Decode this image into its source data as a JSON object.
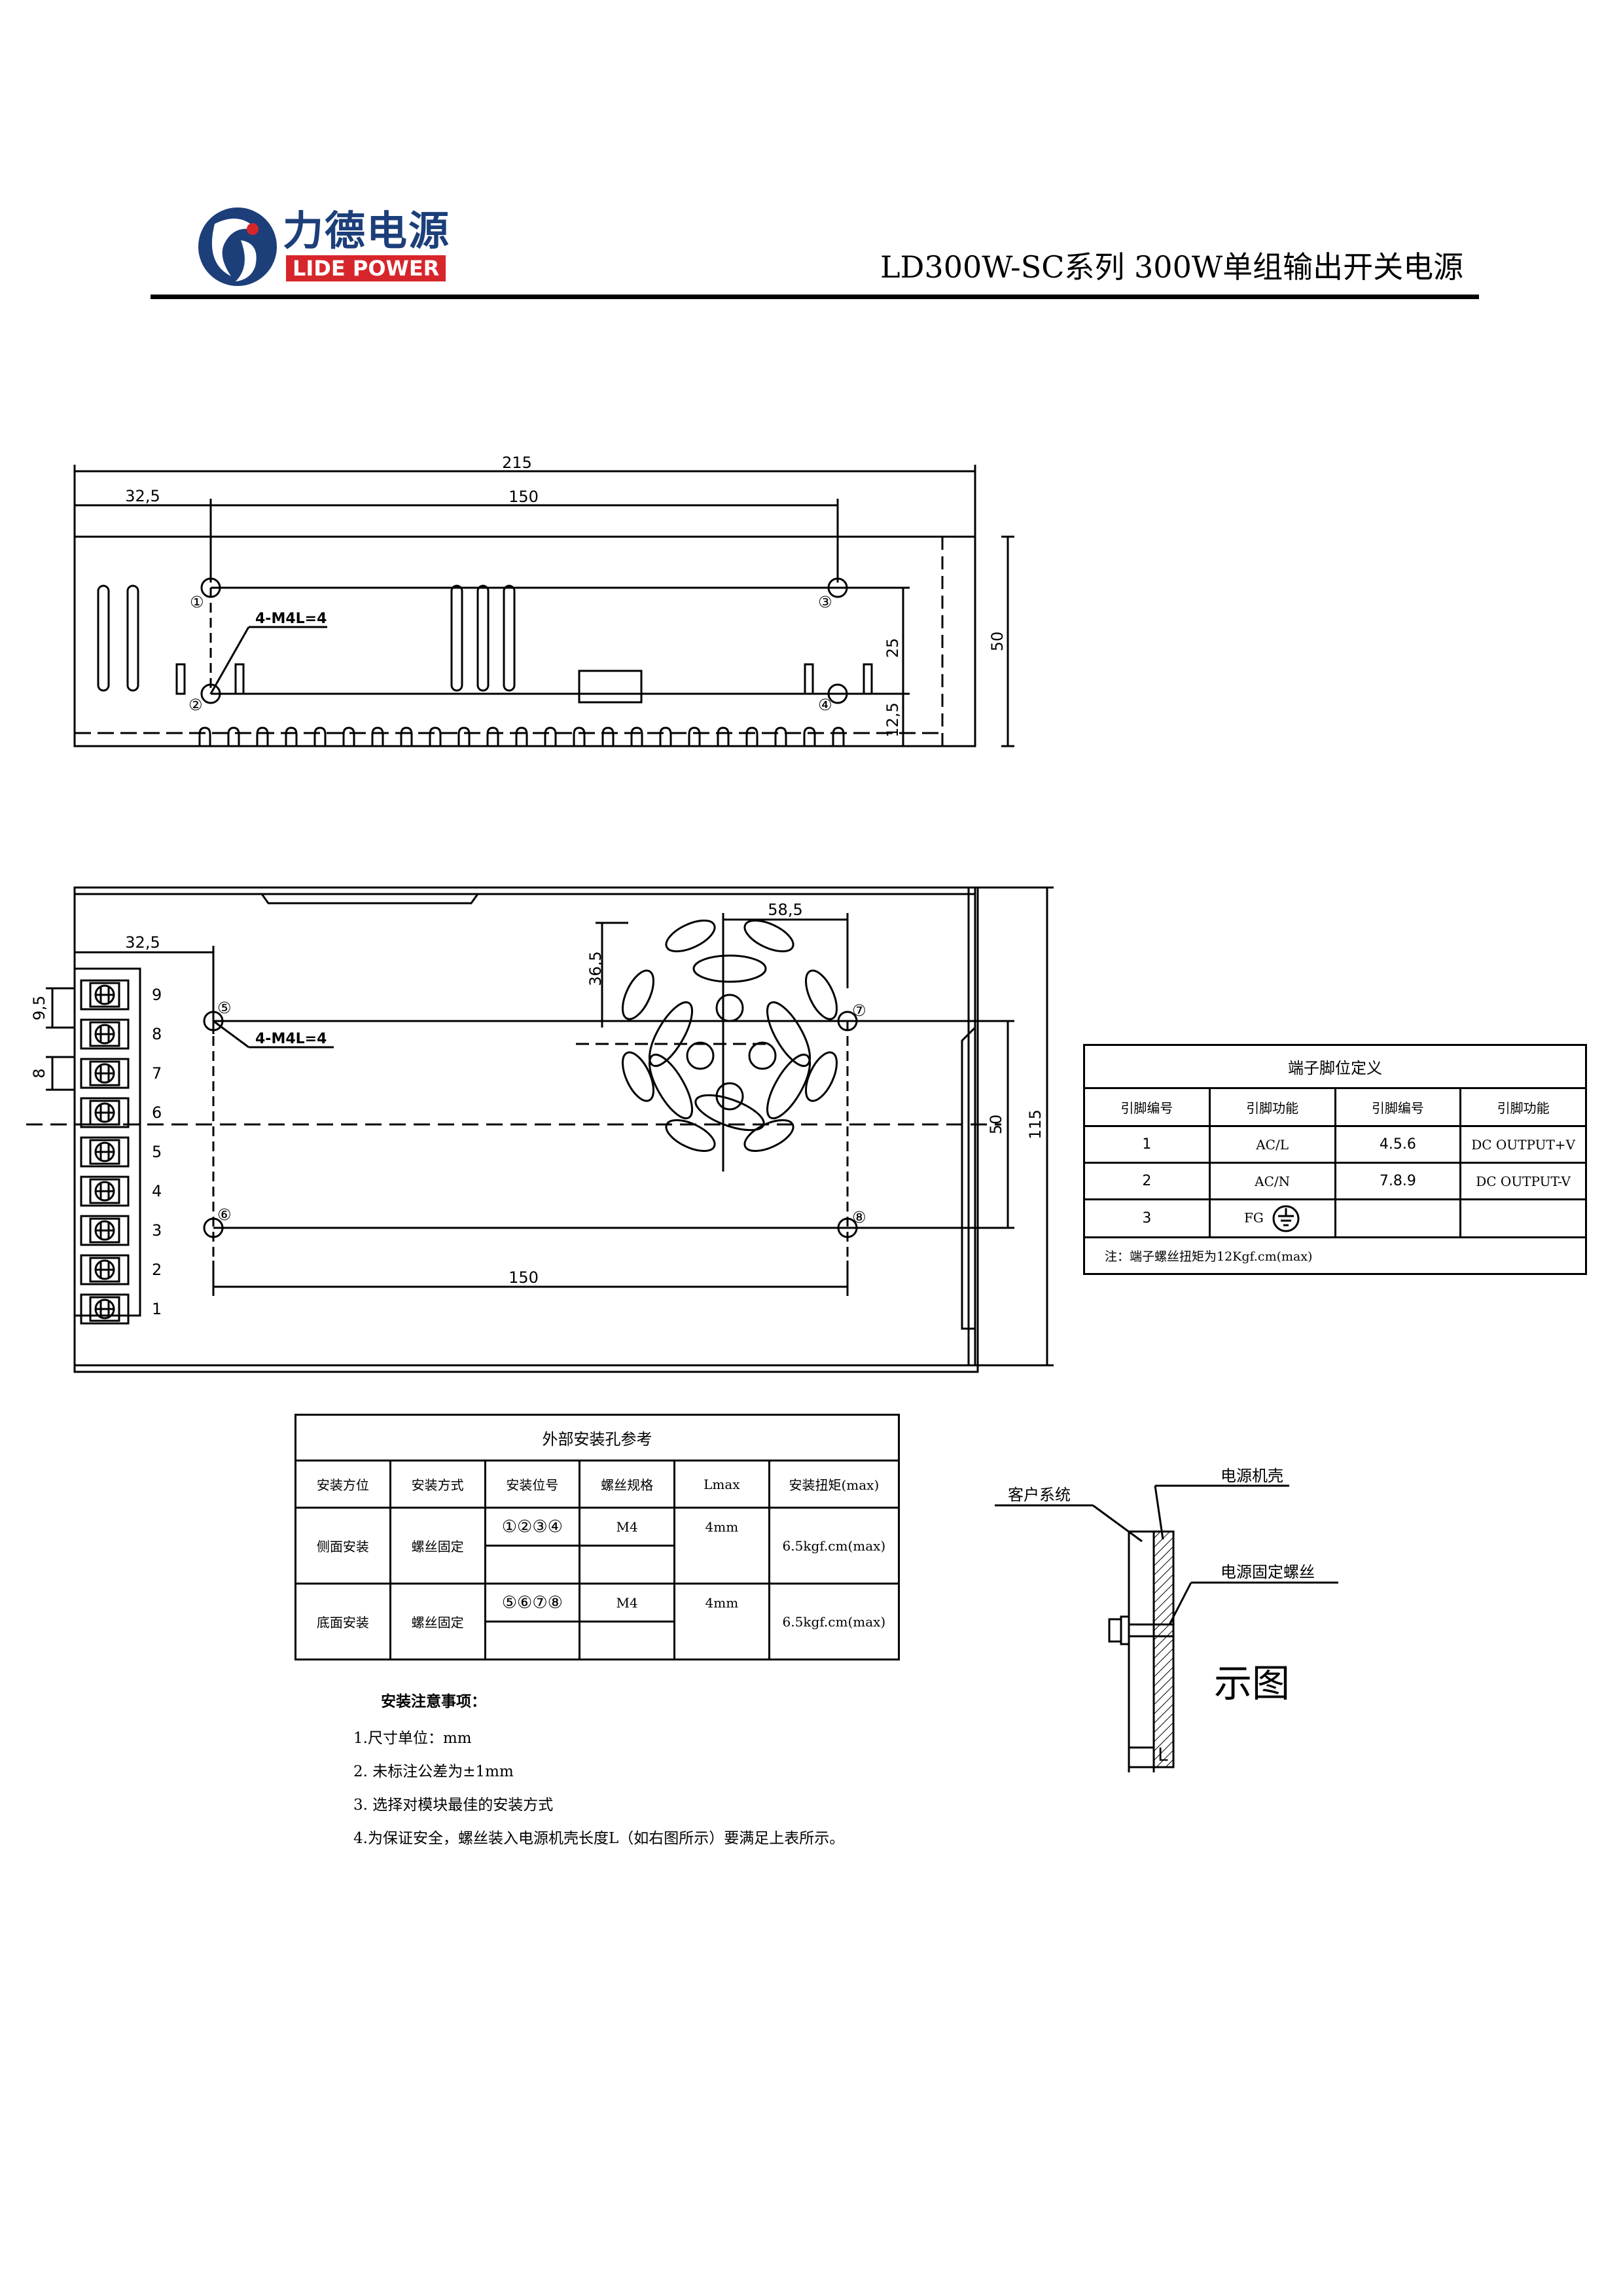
{
  "header": {
    "logo_cn": "力德电源",
    "logo_en": "LIDE POWER",
    "title": "LD300W-SC系列 300W单组输出开关电源"
  },
  "drawing_side": {
    "dim_total": "215",
    "dim_offset": "32,5",
    "dim_span": "150",
    "dim_25": "25",
    "dim_12_5": "12,5",
    "dim_50": "50",
    "callout": "4-M4L=4",
    "holes": [
      "①",
      "②",
      "③",
      "④"
    ]
  },
  "drawing_top": {
    "dim_offset": "32,5",
    "dim_58_5": "58,5",
    "dim_36_5": "36,5",
    "dim_9_5": "9,5",
    "dim_8": "8",
    "dim_span": "150",
    "dim_50": "50",
    "dim_115": "115",
    "callout": "4-M4L=4",
    "holes": [
      "⑤",
      "⑥",
      "⑦",
      "⑧"
    ],
    "terminals": [
      "9",
      "8",
      "7",
      "6",
      "5",
      "4",
      "3",
      "2",
      "1"
    ]
  },
  "pin_table": {
    "title": "端子脚位定义",
    "headers": [
      "引脚编号",
      "引脚功能",
      "引脚编号",
      "引脚功能"
    ],
    "rows": [
      [
        "1",
        "AC/L",
        "4.5.6",
        "DC OUTPUT+V"
      ],
      [
        "2",
        "AC/N",
        "7.8.9",
        "DC OUTPUT-V"
      ],
      [
        "3",
        "FG",
        "",
        ""
      ]
    ],
    "note": "注：端子螺丝扭矩为12Kgf.cm(max)"
  },
  "mount_table": {
    "title": "外部安装孔参考",
    "headers": [
      "安装方位",
      "安装方式",
      "安装位号",
      "螺丝规格",
      "Lmax",
      "安装扭矩(max)"
    ],
    "rows": [
      [
        "侧面安装",
        "螺丝固定",
        "①②③④",
        "M4",
        "4mm",
        "6.5kgf.cm(max)"
      ],
      [
        "底面安装",
        "螺丝固定",
        "⑤⑥⑦⑧",
        "M4",
        "4mm",
        "6.5kgf.cm(max)"
      ]
    ]
  },
  "notes": {
    "title": "安装注意事项：",
    "items": [
      "1.尺寸单位：mm",
      "2. 未标注公差为±1mm",
      "3. 选择对模块最佳的安装方式",
      "4.为保证安全，螺丝装入电源机壳长度L（如右图所示）要满足上表所示。"
    ]
  },
  "diagram": {
    "label_customer": "客户系统",
    "label_case": "电源机壳",
    "label_screw": "电源固定螺丝",
    "label_L": "L",
    "caption": "示图"
  }
}
